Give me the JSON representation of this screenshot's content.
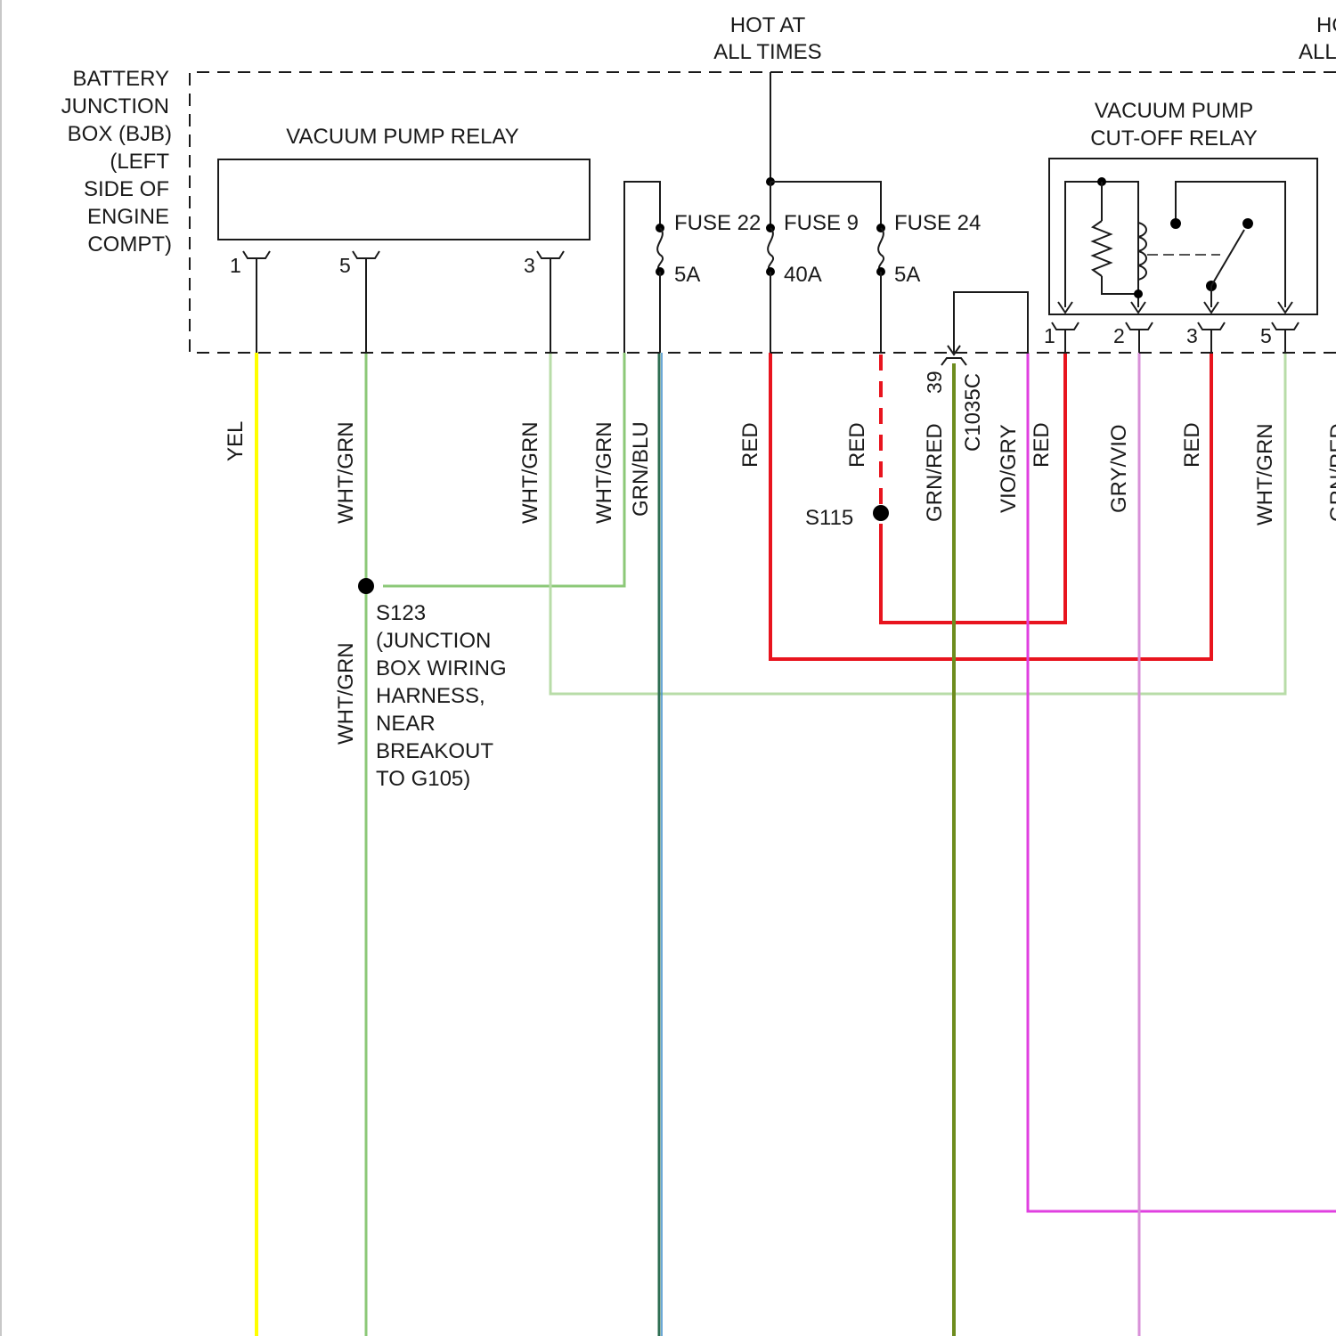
{
  "labels": {
    "hot_at": "HOT AT",
    "all_times": "ALL TIMES",
    "hot_right_1": "HO",
    "hot_right_2": "ALL",
    "bjb": [
      "BATTERY",
      "JUNCTION",
      "BOX (BJB)",
      "(LEFT",
      "SIDE OF",
      "ENGINE",
      "COMPT)"
    ],
    "vacuum_pump_relay": "VACUUM PUMP RELAY",
    "cutoff_relay": [
      "VACUUM PUMP",
      "CUT-OFF RELAY"
    ],
    "fuse22": "FUSE 22",
    "fuse22_amp": "5A",
    "fuse9": "FUSE 9",
    "fuse9_amp": "40A",
    "fuse24": "FUSE 24",
    "fuse24_amp": "5A",
    "relay_pins": [
      "1",
      "5",
      "3"
    ],
    "cutoff_pins": [
      "1",
      "2",
      "3",
      "5"
    ],
    "connector_pin": "39",
    "connector_id": "C1035C",
    "s115": "S115",
    "s123": [
      "S123",
      "(JUNCTION",
      "BOX WIRING",
      "HARNESS,",
      "NEAR",
      "BREAKOUT",
      "TO G105)"
    ]
  },
  "wires": [
    {
      "label": "YEL",
      "color": "#ffff00"
    },
    {
      "label": "WHT/GRN",
      "color": "#8cc878"
    },
    {
      "label": "WHT/GRN",
      "color": "#8cc878"
    },
    {
      "label": "WHT/GRN",
      "color": "#8cc878"
    },
    {
      "label": "GRN/BLU",
      "color": "#2e6e52"
    },
    {
      "label": "RED",
      "color": "#e8141e"
    },
    {
      "label": "RED",
      "color": "#e8141e"
    },
    {
      "label": "GRN/RED",
      "color": "#6e8c1e"
    },
    {
      "label": "VIO/GRY",
      "color": "#e040e0"
    },
    {
      "label": "RED",
      "color": "#e8141e"
    },
    {
      "label": "GRY/VIO",
      "color": "#d890d8"
    },
    {
      "label": "RED",
      "color": "#e8141e"
    },
    {
      "label": "WHT/GRN",
      "color": "#8cc878"
    },
    {
      "label": "GRN/RED",
      "color": "#6e8c1e"
    },
    {
      "label": "WHT/GRN",
      "color": "#8cc878"
    }
  ]
}
